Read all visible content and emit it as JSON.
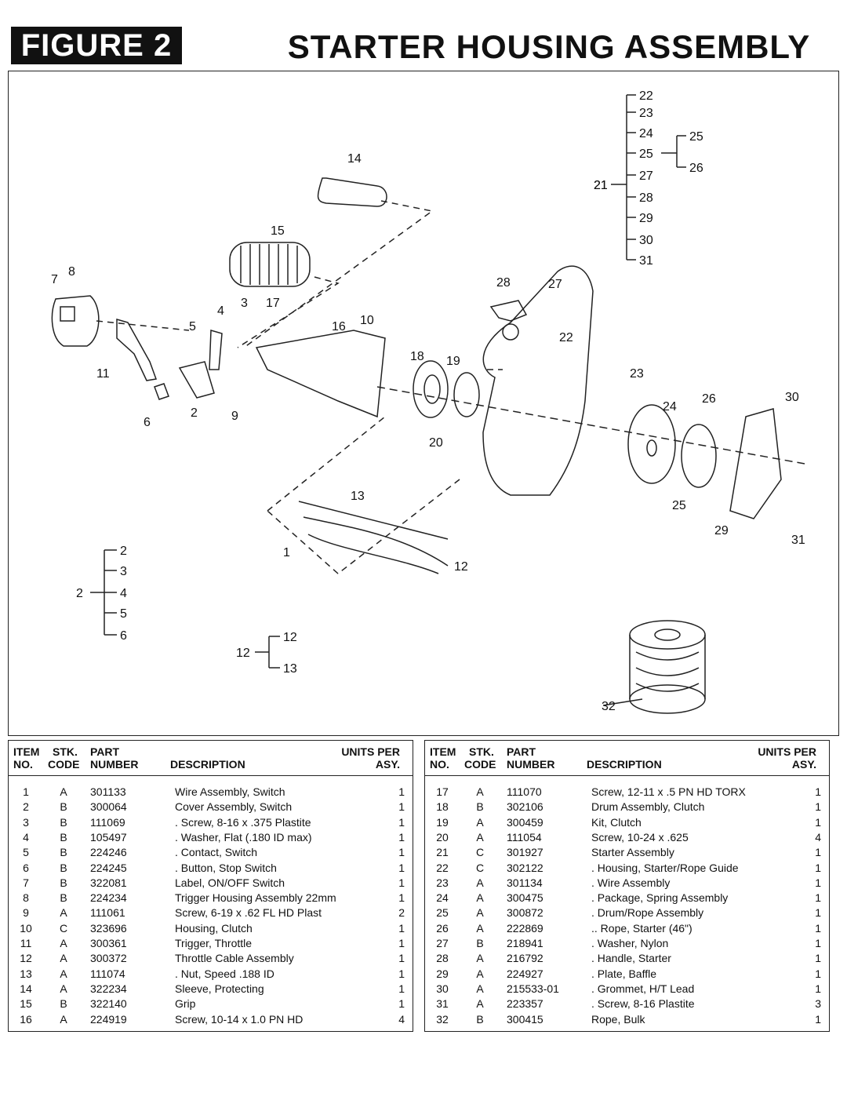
{
  "figure_label": "FIGURE 2",
  "title": "STARTER HOUSING ASSEMBLY",
  "diagram": {
    "callouts": [
      "1",
      "2",
      "3",
      "4",
      "5",
      "6",
      "7",
      "8",
      "9",
      "10",
      "11",
      "12",
      "13",
      "14",
      "15",
      "16",
      "17",
      "18",
      "19",
      "20",
      "21",
      "22",
      "23",
      "24",
      "25",
      "26",
      "27",
      "28",
      "29",
      "30",
      "31",
      "32"
    ],
    "groups": {
      "g21": {
        "parent": "21",
        "children": [
          "22",
          "23",
          "24",
          "25",
          "27",
          "28",
          "29",
          "30",
          "31"
        ],
        "sub_parent": "25",
        "sub_children": [
          "25",
          "26"
        ]
      },
      "g2": {
        "parent": "2",
        "children": [
          "2",
          "3",
          "4",
          "5",
          "6"
        ]
      },
      "g12": {
        "parent": "12",
        "children": [
          "12",
          "13"
        ]
      }
    }
  },
  "table_headers": {
    "item": [
      "ITEM",
      "NO."
    ],
    "stk": [
      "STK.",
      "CODE"
    ],
    "part": [
      "PART",
      "NUMBER"
    ],
    "description": "DESCRIPTION",
    "units": [
      "UNITS PER",
      "ASY."
    ]
  },
  "parts_left": [
    {
      "item": "1",
      "code": "A",
      "part": "301133",
      "desc": "Wire Assembly, Switch",
      "qty": "1"
    },
    {
      "item": "2",
      "code": "B",
      "part": "300064",
      "desc": "Cover Assembly, Switch",
      "qty": "1"
    },
    {
      "item": "3",
      "code": "B",
      "part": "111069",
      "desc": ". Screw, 8-16 x .375 Plastite",
      "qty": "1"
    },
    {
      "item": "4",
      "code": "B",
      "part": "105497",
      "desc": ". Washer, Flat (.180 ID max)",
      "qty": "1"
    },
    {
      "item": "5",
      "code": "B",
      "part": "224246",
      "desc": ". Contact, Switch",
      "qty": "1"
    },
    {
      "item": "6",
      "code": "B",
      "part": "224245",
      "desc": ". Button, Stop Switch",
      "qty": "1"
    },
    {
      "item": "7",
      "code": "B",
      "part": "322081",
      "desc": "Label, ON/OFF Switch",
      "qty": "1"
    },
    {
      "item": "8",
      "code": "B",
      "part": "224234",
      "desc": "Trigger Housing Assembly 22mm",
      "qty": "1"
    },
    {
      "item": "9",
      "code": "A",
      "part": "111061",
      "desc": "Screw, 6-19 x .62 FL HD Plast",
      "qty": "2"
    },
    {
      "item": "10",
      "code": "C",
      "part": "323696",
      "desc": "Housing, Clutch",
      "qty": "1"
    },
    {
      "item": "11",
      "code": "A",
      "part": "300361",
      "desc": "Trigger, Throttle",
      "qty": "1"
    },
    {
      "item": "12",
      "code": "A",
      "part": "300372",
      "desc": "Throttle Cable Assembly",
      "qty": "1"
    },
    {
      "item": "13",
      "code": "A",
      "part": "111074",
      "desc": ". Nut, Speed .188 ID",
      "qty": "1"
    },
    {
      "item": "14",
      "code": "A",
      "part": "322234",
      "desc": "Sleeve, Protecting",
      "qty": "1"
    },
    {
      "item": "15",
      "code": "B",
      "part": "322140",
      "desc": "Grip",
      "qty": "1"
    },
    {
      "item": "16",
      "code": "A",
      "part": "224919",
      "desc": "Screw, 10-14 x 1.0 PN HD",
      "qty": "4"
    }
  ],
  "parts_right": [
    {
      "item": "17",
      "code": "A",
      "part": "111070",
      "desc": "Screw, 12-11 x .5 PN HD TORX",
      "qty": "1"
    },
    {
      "item": "18",
      "code": "B",
      "part": "302106",
      "desc": "Drum Assembly, Clutch",
      "qty": "1"
    },
    {
      "item": "19",
      "code": "A",
      "part": "300459",
      "desc": "Kit, Clutch",
      "qty": "1"
    },
    {
      "item": "20",
      "code": "A",
      "part": "111054",
      "desc": "Screw, 10-24 x .625",
      "qty": "4"
    },
    {
      "item": "21",
      "code": "C",
      "part": "301927",
      "desc": "Starter Assembly",
      "qty": "1"
    },
    {
      "item": "22",
      "code": "C",
      "part": "302122",
      "desc": ". Housing, Starter/Rope Guide",
      "qty": "1"
    },
    {
      "item": "23",
      "code": "A",
      "part": "301134",
      "desc": ". Wire Assembly",
      "qty": "1"
    },
    {
      "item": "24",
      "code": "A",
      "part": "300475",
      "desc": ". Package, Spring Assembly",
      "qty": "1"
    },
    {
      "item": "25",
      "code": "A",
      "part": "300872",
      "desc": ". Drum/Rope Assembly",
      "qty": "1"
    },
    {
      "item": "26",
      "code": "A",
      "part": "222869",
      "desc": ".. Rope, Starter (46\")",
      "qty": "1"
    },
    {
      "item": "27",
      "code": "B",
      "part": "218941",
      "desc": ". Washer, Nylon",
      "qty": "1"
    },
    {
      "item": "28",
      "code": "A",
      "part": "216792",
      "desc": ". Handle, Starter",
      "qty": "1"
    },
    {
      "item": "29",
      "code": "A",
      "part": "224927",
      "desc": ". Plate, Baffle",
      "qty": "1"
    },
    {
      "item": "30",
      "code": "A",
      "part": "215533-01",
      "desc": ". Grommet, H/T Lead",
      "qty": "1"
    },
    {
      "item": "31",
      "code": "A",
      "part": "223357",
      "desc": ". Screw, 8-16 Plastite",
      "qty": "3"
    },
    {
      "item": "32",
      "code": "B",
      "part": "300415",
      "desc": "Rope, Bulk",
      "qty": "1"
    }
  ]
}
